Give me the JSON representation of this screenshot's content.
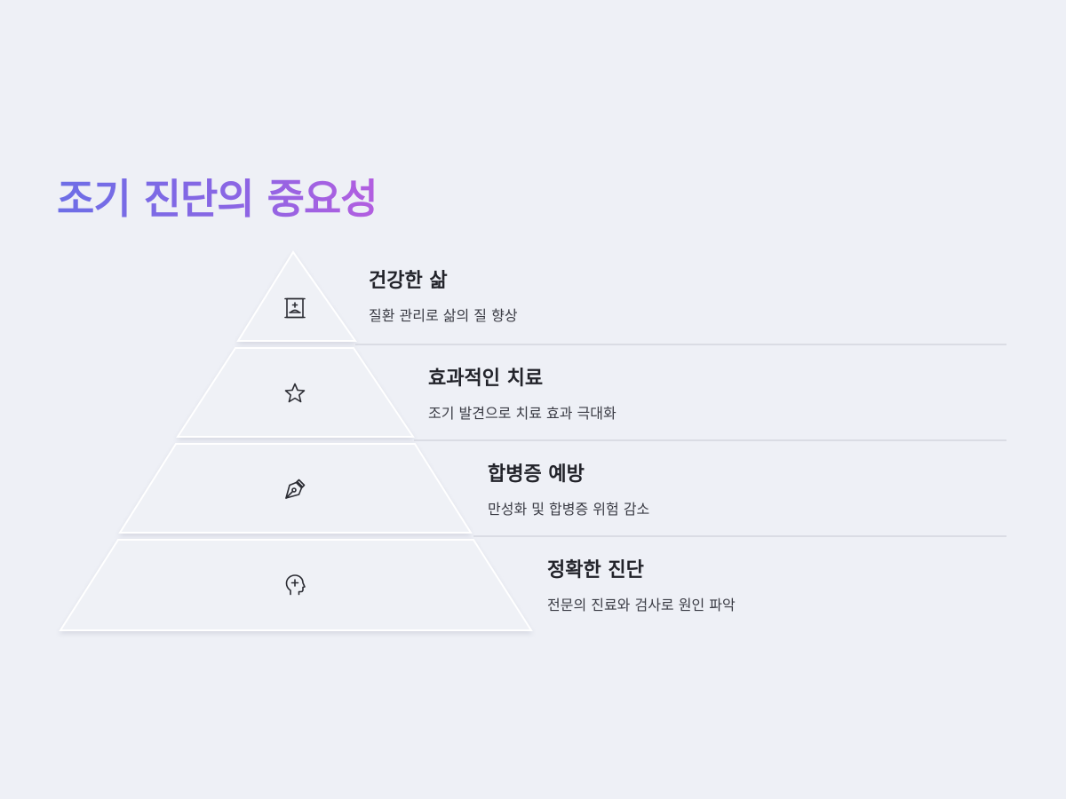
{
  "title": "조기 진단의 중요성",
  "levels": [
    {
      "title": "건강한 삶",
      "description": "질환 관리로 삶의 질 향상",
      "icon": "hospital-building-icon"
    },
    {
      "title": "효과적인 치료",
      "description": "조기 발견으로 치료 효과 극대화",
      "icon": "star-icon"
    },
    {
      "title": "합병증 예방",
      "description": "만성화 및 합병증 위험 감소",
      "icon": "pen-nib-icon"
    },
    {
      "title": "정확한 진단",
      "description": "전문의 진료와 검사로 원인 파악",
      "icon": "head-medical-cross-icon"
    }
  ]
}
